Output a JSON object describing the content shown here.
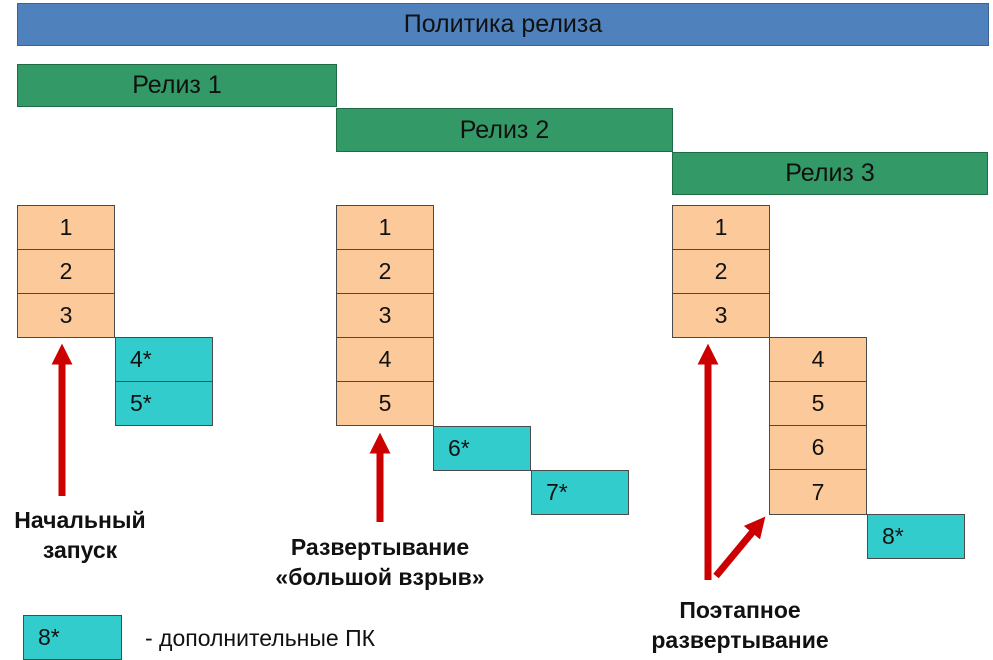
{
  "policy": {
    "title": "Политика релиза"
  },
  "releases": [
    {
      "label": "Релиз 1"
    },
    {
      "label": "Релиз 2"
    },
    {
      "label": "Релиз 3"
    }
  ],
  "groups": [
    {
      "numbered": [
        "1",
        "2",
        "3"
      ],
      "extras": [
        "4*",
        "5*"
      ],
      "caption": [
        "Начальный",
        "запуск"
      ]
    },
    {
      "numbered": [
        "1",
        "2",
        "3",
        "4",
        "5"
      ],
      "extras": [
        "6*",
        "7*"
      ],
      "caption": [
        "Развертывание",
        "«большой взрыв»"
      ]
    },
    {
      "numbered": [
        "1",
        "2",
        "3",
        "4",
        "5",
        "6",
        "7"
      ],
      "extras": [
        "8*"
      ],
      "caption": [
        "Поэтапное",
        "развертывание"
      ]
    }
  ],
  "legend": {
    "sample": "8*",
    "text": "- дополнительные ПК"
  },
  "colors": {
    "policy": "#4f81bd",
    "release": "#339966",
    "numbered_cell": "#fbc99a",
    "extra_cell": "#33cccc",
    "arrow": "#cc0000"
  }
}
